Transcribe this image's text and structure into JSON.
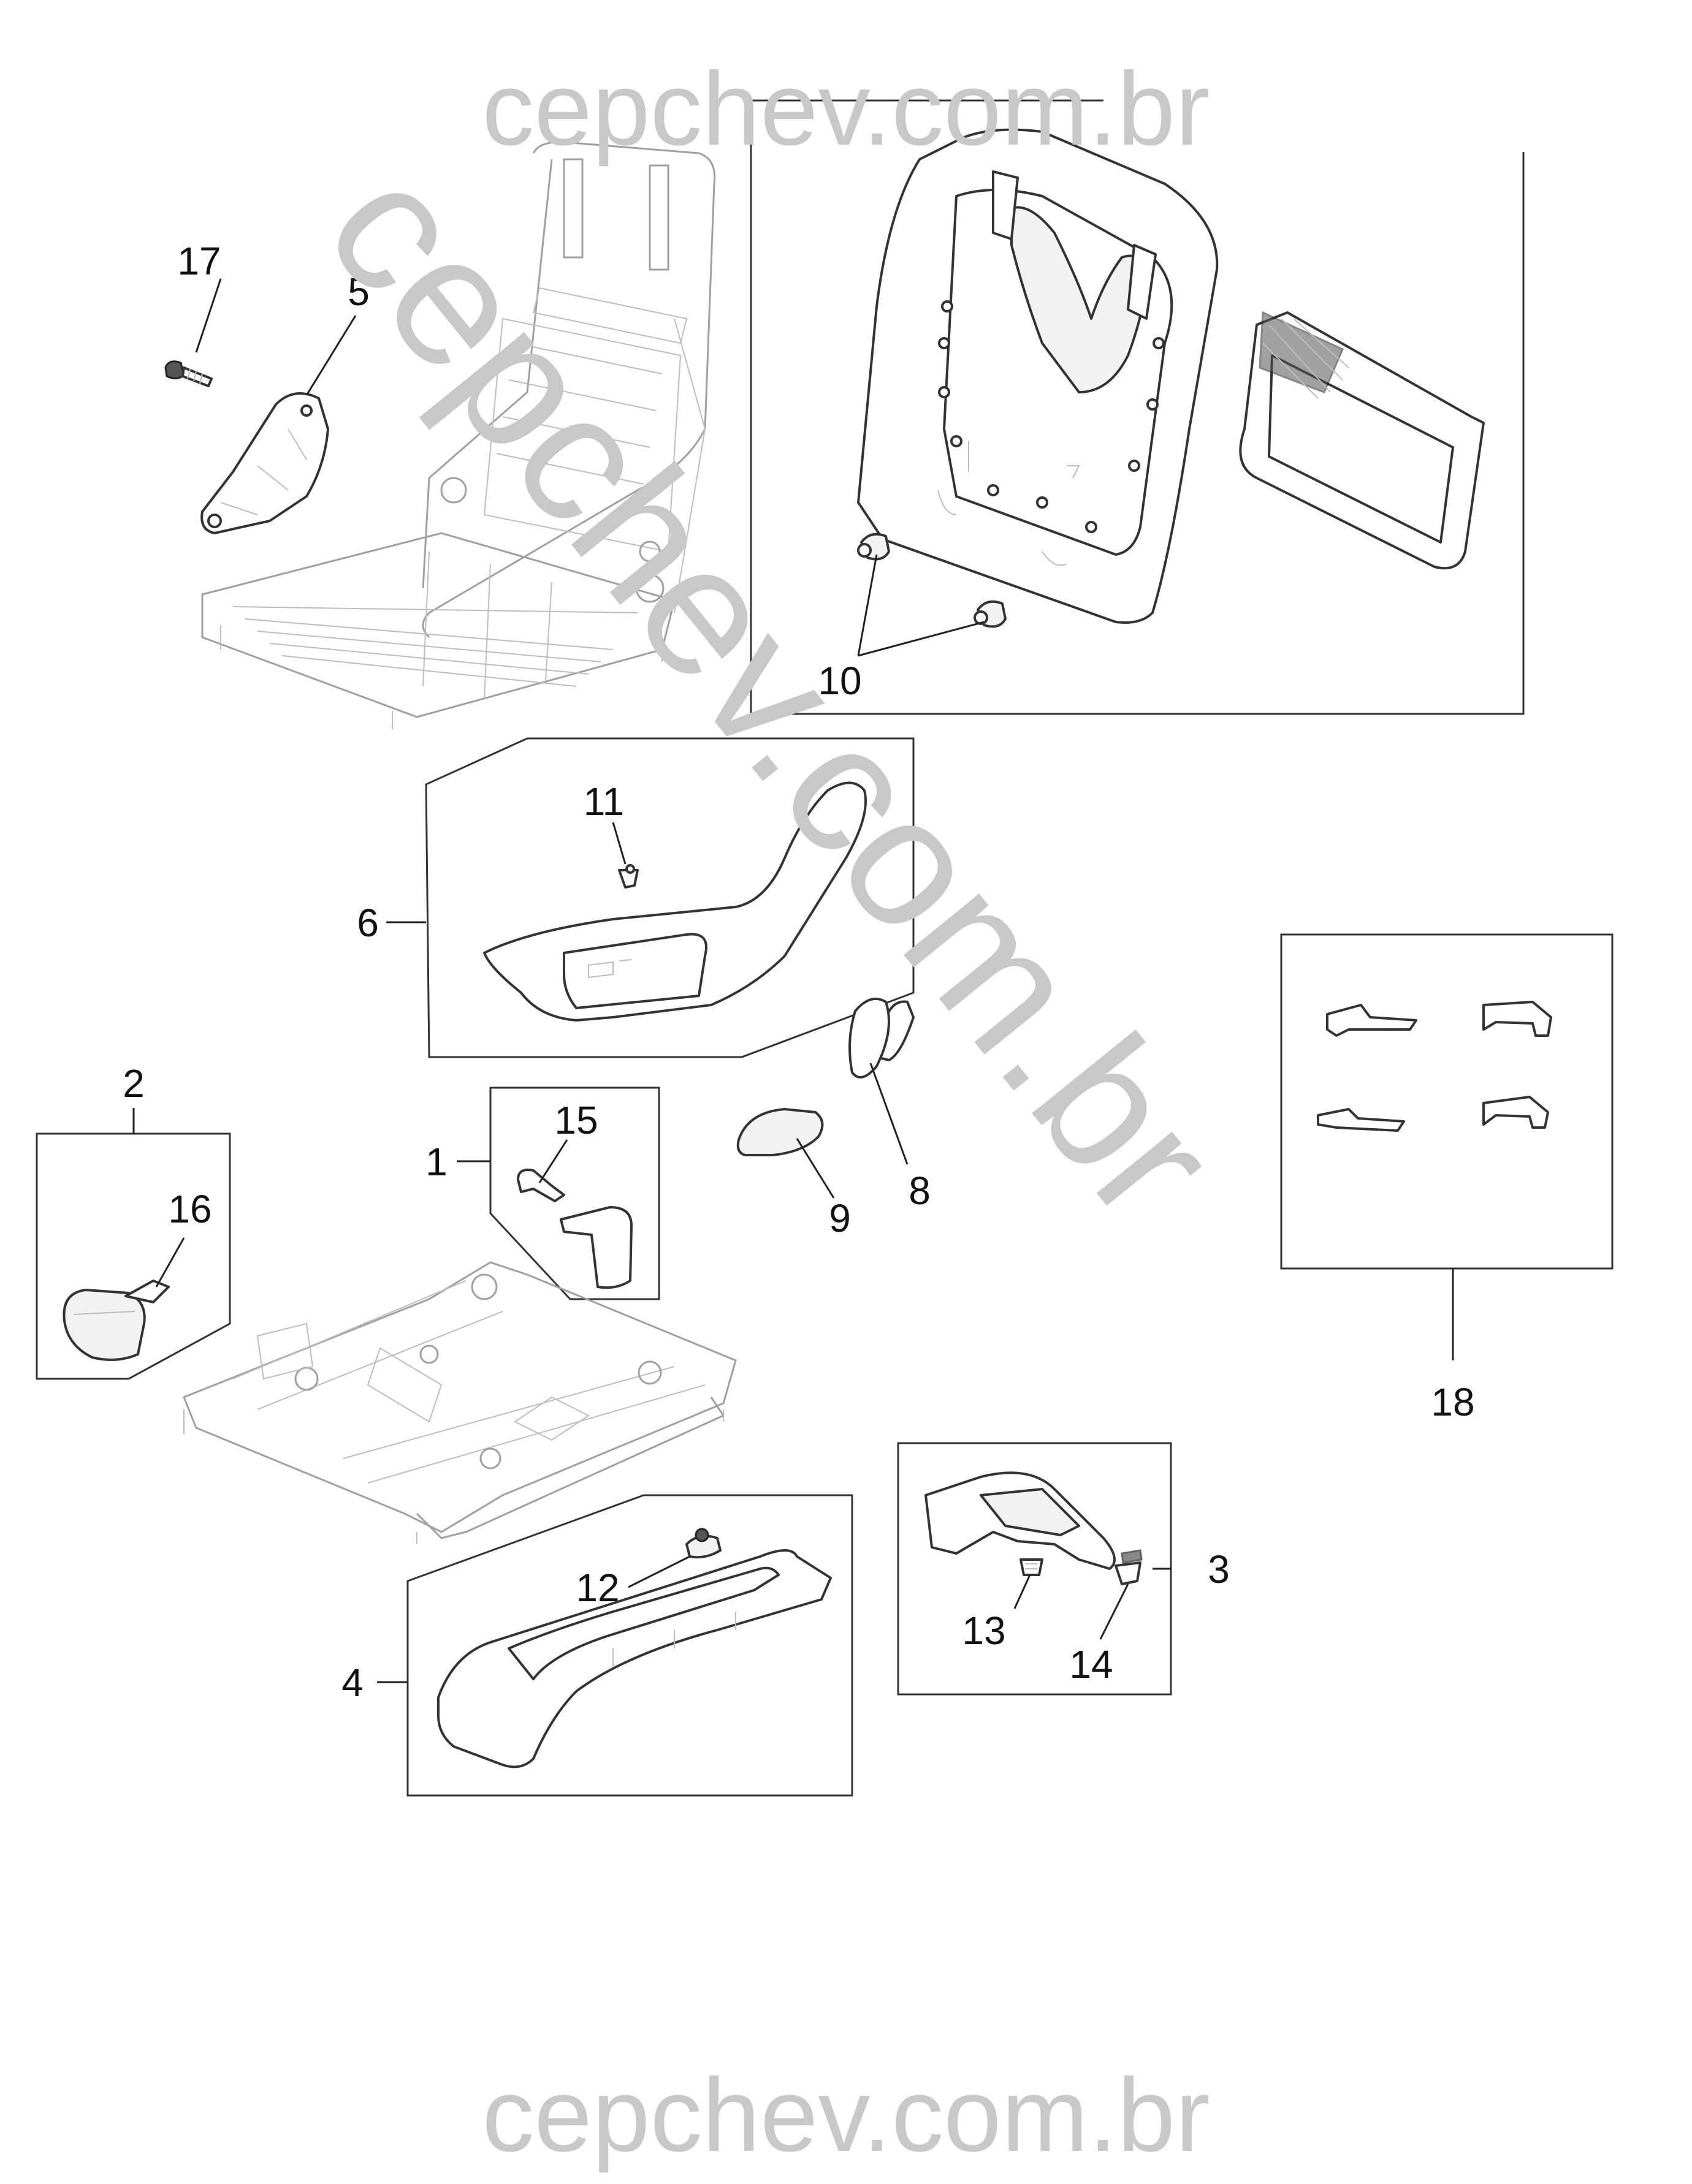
{
  "watermark": {
    "top": "cepchev.com.br",
    "bottom": "cepchev.com.br",
    "diagonal": "cepchev.com.br"
  },
  "callouts": {
    "c1": "1",
    "c2": "2",
    "c3": "3",
    "c4": "4",
    "c5": "5",
    "c6": "6",
    "c8": "8",
    "c9": "9",
    "c10": "10",
    "c11": "11",
    "c12": "12",
    "c13": "13",
    "c14": "14",
    "c15": "15",
    "c16": "16",
    "c17": "17",
    "c18": "18"
  },
  "colors": {
    "line": "#333333",
    "watermark": "#c8c8c8",
    "background": "#ffffff"
  }
}
